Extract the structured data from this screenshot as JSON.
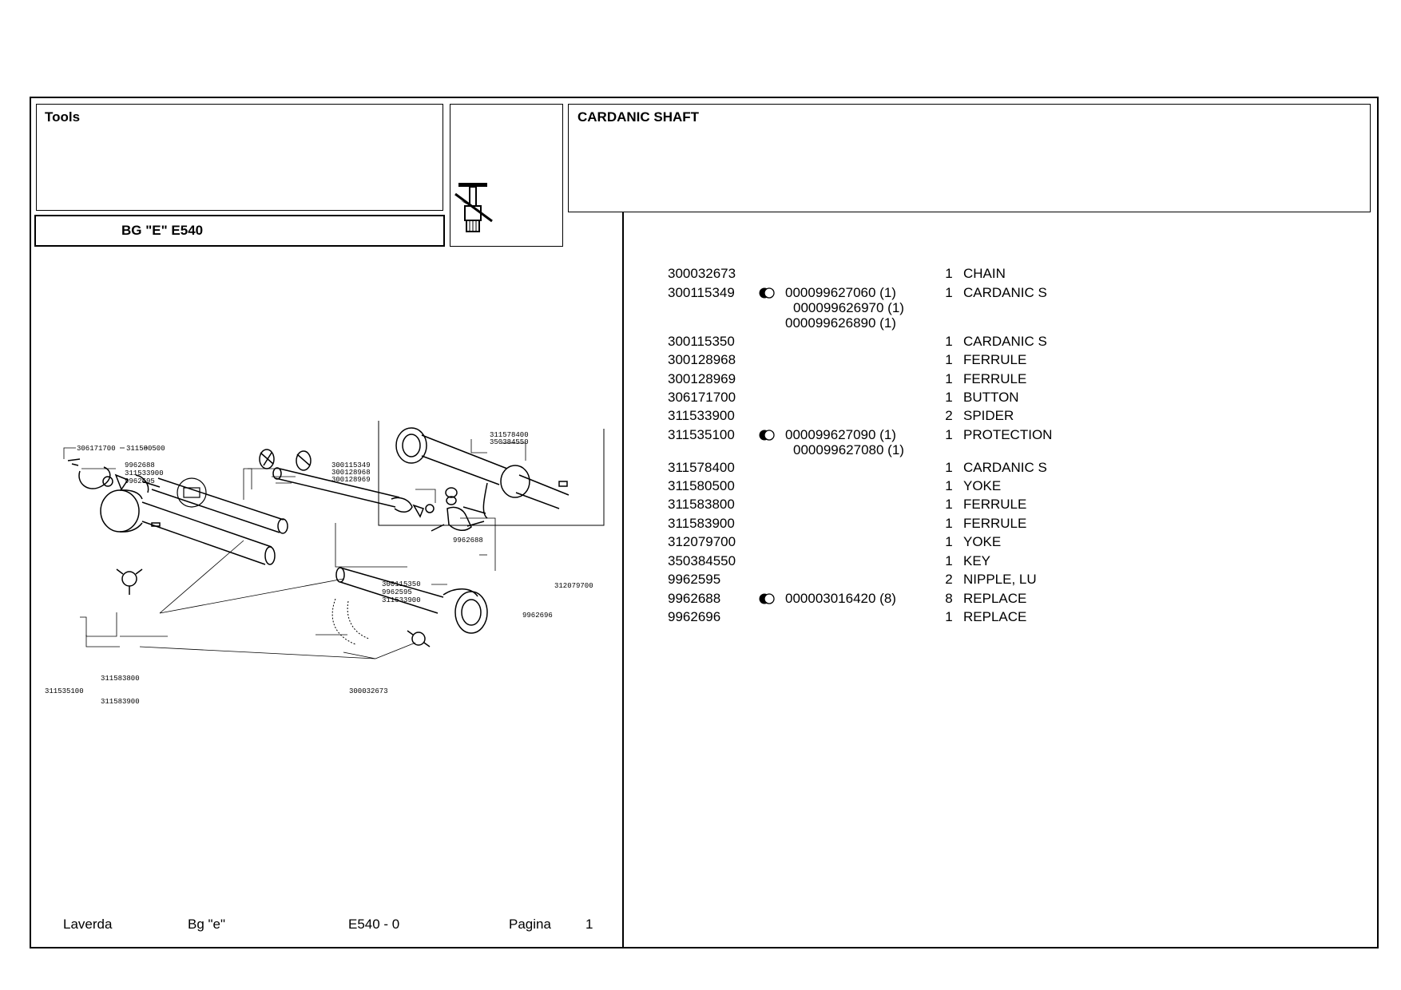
{
  "header": {
    "section": "Tools",
    "model": "BG \"E\" E540",
    "group_title": "CARDANIC SHAFT"
  },
  "parts": [
    {
      "code": "300032673",
      "marker": false,
      "refs": [],
      "qty": "1",
      "desc": "CHAIN"
    },
    {
      "code": "300115349",
      "marker": true,
      "refs": [
        "000099627060  (1)",
        "000099626970  (1)",
        "000099626890  (1)"
      ],
      "qty": "1",
      "desc": "CARDANIC S"
    },
    {
      "code": "300115350",
      "marker": false,
      "refs": [],
      "qty": "1",
      "desc": "CARDANIC S"
    },
    {
      "code": "300128968",
      "marker": false,
      "refs": [],
      "qty": "1",
      "desc": "FERRULE"
    },
    {
      "code": "300128969",
      "marker": false,
      "refs": [],
      "qty": "1",
      "desc": "FERRULE"
    },
    {
      "code": "306171700",
      "marker": false,
      "refs": [],
      "qty": "1",
      "desc": "BUTTON"
    },
    {
      "code": "311533900",
      "marker": false,
      "refs": [],
      "qty": "2",
      "desc": "SPIDER"
    },
    {
      "code": "311535100",
      "marker": true,
      "refs": [
        "000099627090  (1)",
        "000099627080  (1)"
      ],
      "qty": "1",
      "desc": "PROTECTION"
    },
    {
      "code": "311578400",
      "marker": false,
      "refs": [],
      "qty": "1",
      "desc": "CARDANIC S"
    },
    {
      "code": "311580500",
      "marker": false,
      "refs": [],
      "qty": "1",
      "desc": "YOKE"
    },
    {
      "code": "311583800",
      "marker": false,
      "refs": [],
      "qty": "1",
      "desc": "FERRULE"
    },
    {
      "code": "311583900",
      "marker": false,
      "refs": [],
      "qty": "1",
      "desc": "FERRULE"
    },
    {
      "code": "312079700",
      "marker": false,
      "refs": [],
      "qty": "1",
      "desc": "YOKE"
    },
    {
      "code": "350384550",
      "marker": false,
      "refs": [],
      "qty": "1",
      "desc": "KEY"
    },
    {
      "code": "9962595",
      "marker": false,
      "refs": [],
      "qty": "2",
      "desc": "NIPPLE, LU"
    },
    {
      "code": "9962688",
      "marker": true,
      "refs": [
        "000003016420  (8)"
      ],
      "qty": "8",
      "desc": "REPLACE"
    },
    {
      "code": "9962696",
      "marker": false,
      "refs": [],
      "qty": "1",
      "desc": "REPLACE"
    }
  ],
  "diagram_labels": {
    "l306171700": "306171700",
    "l311580500": "311580500",
    "l9962688a": "9962688",
    "l311533900a": "311533900",
    "l9962595a": "9962595",
    "l300115349": "300115349",
    "l300128968": "300128968",
    "l300128969": "300128969",
    "l311578400": "311578400",
    "l350384550": "350384550",
    "l9962688b": "9962688",
    "l300115350": "300115350",
    "l9962595b": "9962595",
    "l311533900b": "311533900",
    "l312079700": "312079700",
    "l9962696": "9962696",
    "l311583800": "311583800",
    "l311535100": "311535100",
    "l311583900": "311583900",
    "l300032673": "300032673"
  },
  "footer": {
    "brand": "Laverda",
    "model": "Bg \"e\"",
    "code": "E540 - 0",
    "page_label": "Pagina",
    "page_number": "1"
  }
}
